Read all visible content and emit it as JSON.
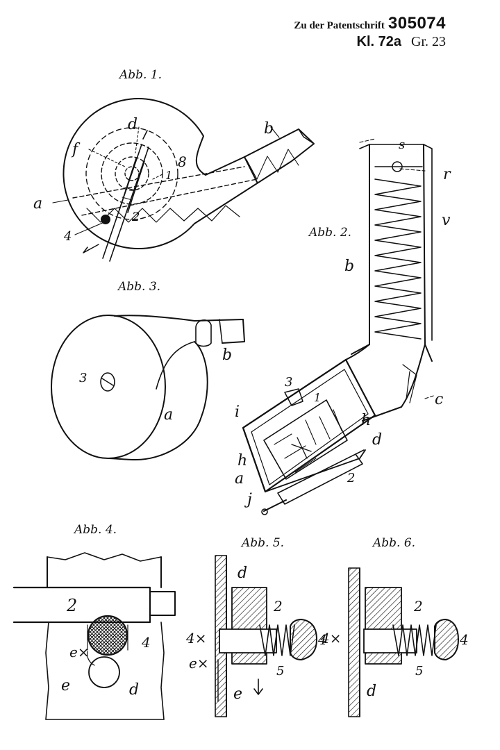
{
  "header": {
    "prefix": "Zu der Patentschrift",
    "patent_number": "305074",
    "klasse": "Kl. 72a",
    "gruppe": "Gr. 23"
  },
  "figures": {
    "fig1": {
      "caption": "Abb. 1.",
      "labels": {
        "a": "a",
        "b": "b",
        "d": "d",
        "f": "f",
        "one": "1",
        "two": "2",
        "four": "4",
        "eight": "8"
      }
    },
    "fig2": {
      "caption": "Abb. 2.",
      "labels": {
        "s": "s",
        "r": "r",
        "v": "v",
        "b": "b",
        "c": "c",
        "i": "i",
        "h_left": "h",
        "h_right": "h",
        "a": "a",
        "j": "j",
        "d": "d",
        "three": "3",
        "one": "1",
        "two": "2"
      }
    },
    "fig3": {
      "caption": "Abb. 3.",
      "labels": {
        "a": "a",
        "b": "b",
        "three": "3"
      }
    },
    "fig4": {
      "caption": "Abb. 4.",
      "labels": {
        "two": "2",
        "four": "4",
        "ex": "e×",
        "e": "e",
        "d": "d"
      }
    },
    "fig5": {
      "caption": "Abb. 5.",
      "labels": {
        "d": "d",
        "two": "2",
        "fourx": "4×",
        "ex": "e×",
        "four": "4",
        "five": "5",
        "e": "e"
      }
    },
    "fig6": {
      "caption": "Abb. 6.",
      "labels": {
        "two": "2",
        "fourx": "4×",
        "four": "4",
        "five": "5",
        "d": "d"
      }
    }
  },
  "colors": {
    "ink": "#111111",
    "paper": "#ffffff"
  }
}
